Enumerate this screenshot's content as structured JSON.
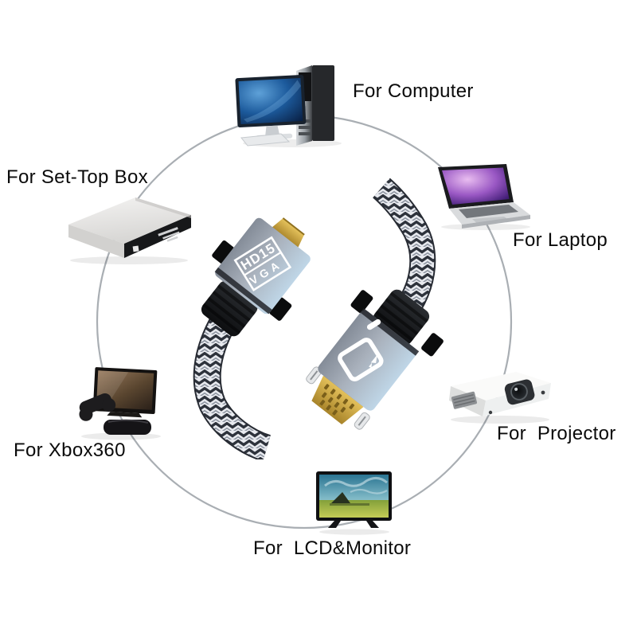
{
  "page": {
    "background_color": "#ffffff",
    "ring_color": "#a9aeb3"
  },
  "cable": {
    "name": "HD15 VGA braided cable",
    "label_line1": "HD15",
    "label_line2": "VGA",
    "colors": {
      "connector_body": "#a6aeb9",
      "connector_edge_blue": "#bfd6e7",
      "gold": "#cfa83d",
      "strain_relief": "#17181b",
      "braid_dark": "#2d323b",
      "braid_light": "#e8eaef"
    }
  },
  "devices": [
    {
      "id": "computer",
      "label": "For Computer"
    },
    {
      "id": "set-top-box",
      "label": "For Set-Top Box"
    },
    {
      "id": "laptop",
      "label": "For Laptop"
    },
    {
      "id": "xbox360",
      "label": "For Xbox360"
    },
    {
      "id": "projector",
      "label": "For  Projector"
    },
    {
      "id": "lcd-monitor",
      "label": "For  LCD&Monitor"
    }
  ]
}
